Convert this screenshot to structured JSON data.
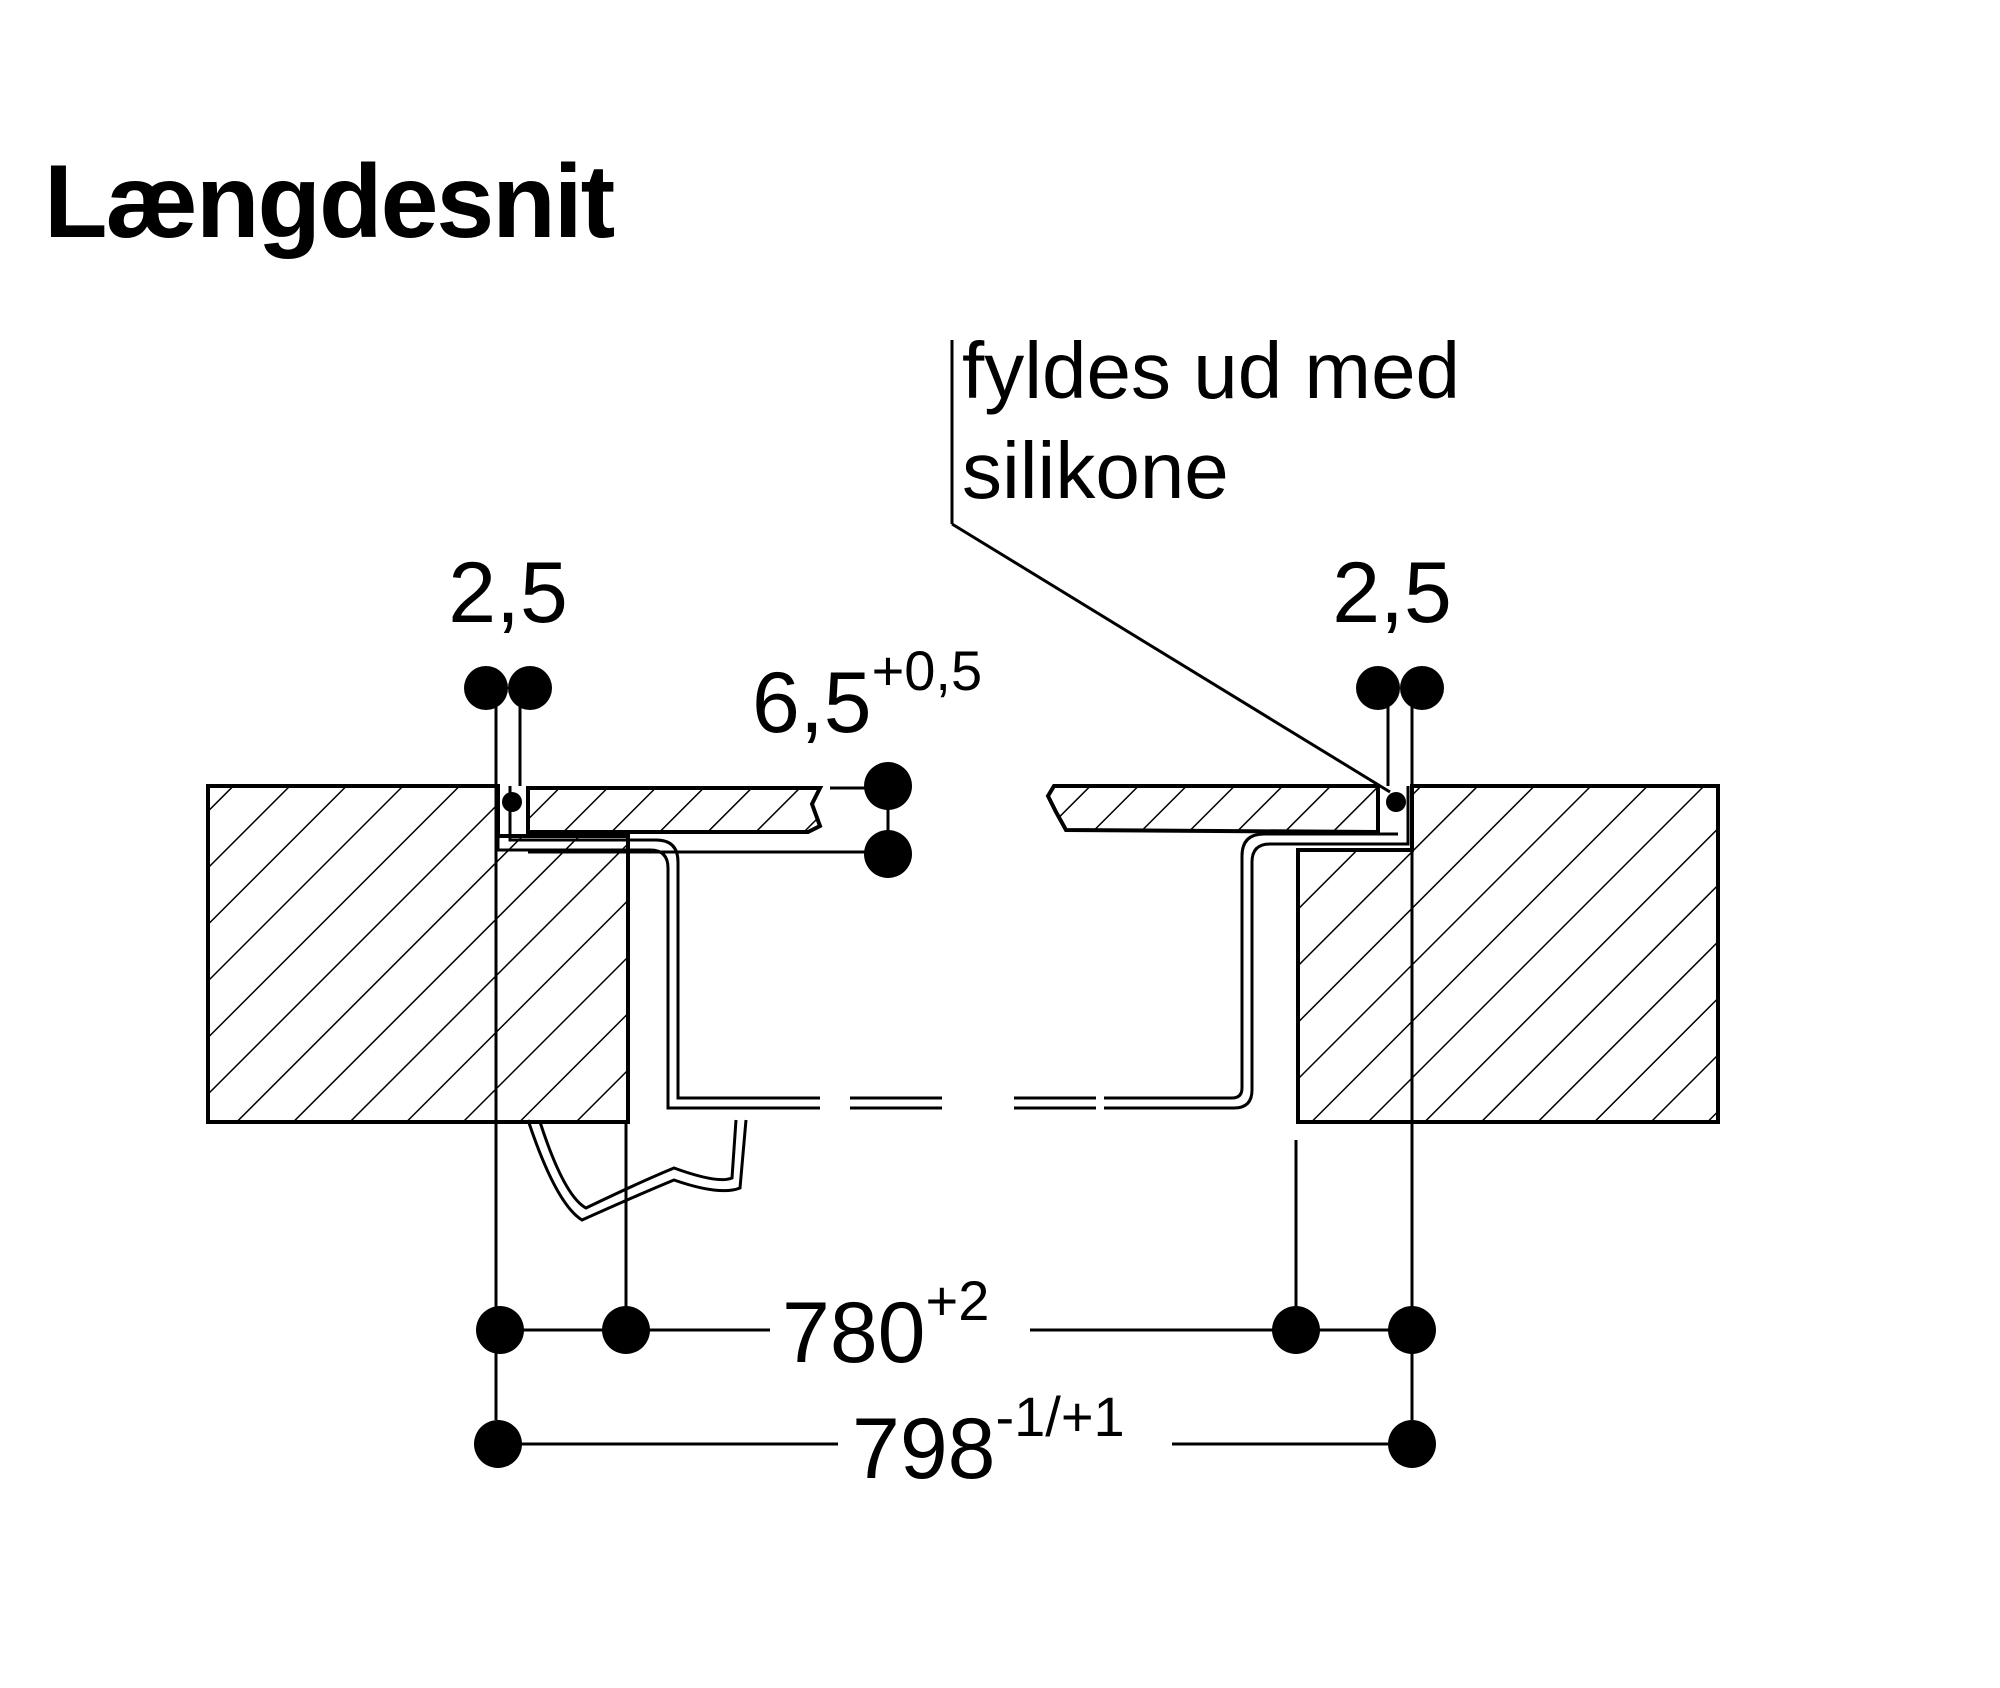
{
  "title": "Længdesnit",
  "note": {
    "line1": "fyldes ud med",
    "line2": "silikone"
  },
  "dims": {
    "gap_left": "2,5",
    "gap_right": "2,5",
    "depth": {
      "base": "6,5",
      "tol": "+0,5"
    },
    "inner": {
      "base": "780",
      "tol": "+2"
    },
    "outer": {
      "base": "798",
      "tol": "-1/+1"
    }
  }
}
